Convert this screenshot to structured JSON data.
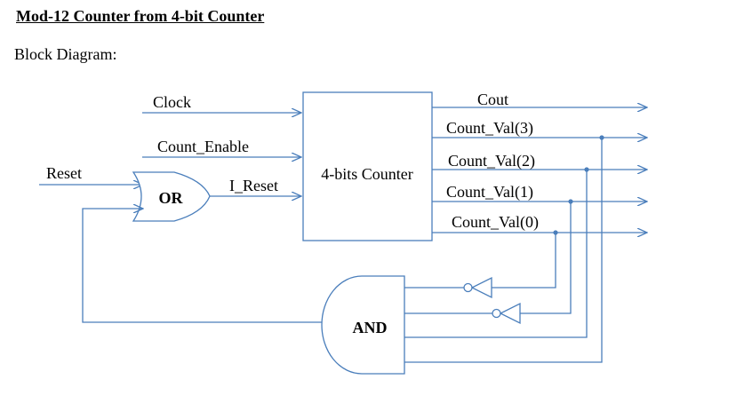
{
  "header": {
    "title": "Mod-12 Counter from 4-bit Counter",
    "subtitle": "Block Diagram:"
  },
  "diagram": {
    "inputs": {
      "clock": "Clock",
      "count_enable": "Count_Enable",
      "reset": "Reset",
      "internal_reset": "I_Reset"
    },
    "blocks": {
      "counter": "4-bits Counter",
      "or_gate": "OR",
      "and_gate": "AND"
    },
    "outputs": {
      "cout": "Cout",
      "count_val_3": "Count_Val(3)",
      "count_val_2": "Count_Val(2)",
      "count_val_1": "Count_Val(1)",
      "count_val_0": "Count_Val(0)"
    },
    "colors": {
      "wire": "#4a7ebb",
      "text": "#000000"
    }
  }
}
